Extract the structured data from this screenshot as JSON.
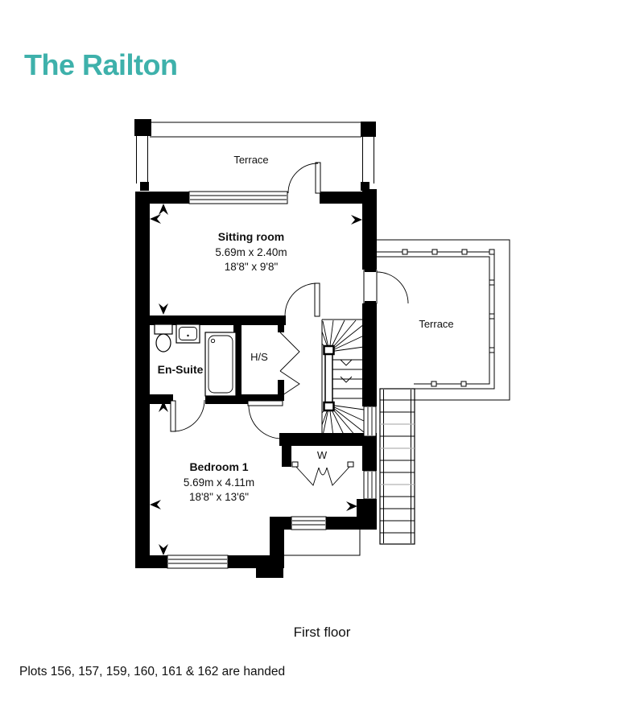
{
  "title": "The Railton",
  "floor_label": "First floor",
  "footer_note": "Plots 156, 157, 159, 160, 161 & 162 are handed",
  "rooms": {
    "terrace_top": {
      "name": "Terrace"
    },
    "terrace_right": {
      "name": "Terrace"
    },
    "sitting_room": {
      "name": "Sitting room",
      "metric": "5.69m x 2.40m",
      "imperial": "18'8\" x 9'8\""
    },
    "bedroom1": {
      "name": "Bedroom 1",
      "metric": "5.69m x 4.11m",
      "imperial": "18'8\" x 13'6\""
    },
    "ensuite": {
      "name": "En-Suite"
    },
    "hs_cupboard": {
      "name": "H/S"
    },
    "wardrobe": {
      "name": "W"
    }
  },
  "colors": {
    "accent": "#3EB1AB",
    "line": "#000000"
  }
}
